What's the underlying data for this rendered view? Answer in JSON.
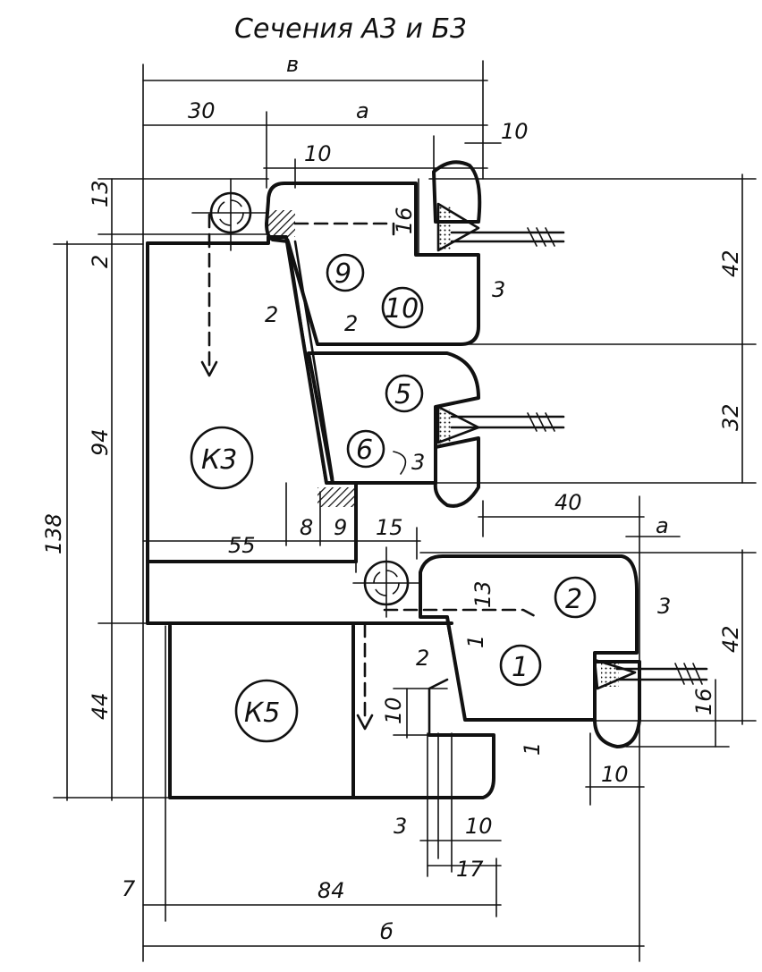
{
  "title": "Сечения А3 и Б3",
  "parts": {
    "k3": "К3",
    "k5": "К5",
    "p1": "1",
    "p2": "2",
    "p5": "5",
    "p6": "6",
    "p9": "9",
    "p10": "10"
  },
  "dimensions": {
    "v": "в",
    "a_top": "а",
    "a_right": "а",
    "b_bottom": "б",
    "d30": "30",
    "d10_top": "10",
    "d10_right": "10",
    "d13_top": "13",
    "d2_top": "2",
    "d16_top": "16",
    "d42_top": "42",
    "d3_top": "3",
    "d2_mid_left": "2",
    "d2_mid": "2",
    "d94": "94",
    "d32": "32",
    "d138": "138",
    "d3_mid": "3",
    "d40": "40",
    "d8": "8",
    "d9": "9",
    "d55": "55",
    "d15": "15",
    "d13_lower": "13",
    "d3_lower": "3",
    "d42_lower": "42",
    "d1_a": "1",
    "d2_lower": "2",
    "d44": "44",
    "d10_lower": "10",
    "d16_lower": "16",
    "d1_b": "1",
    "d10_bottom": "10",
    "d3_bottom": "3",
    "d10_b2": "10",
    "d17": "17",
    "d7": "7",
    "d84": "84"
  }
}
